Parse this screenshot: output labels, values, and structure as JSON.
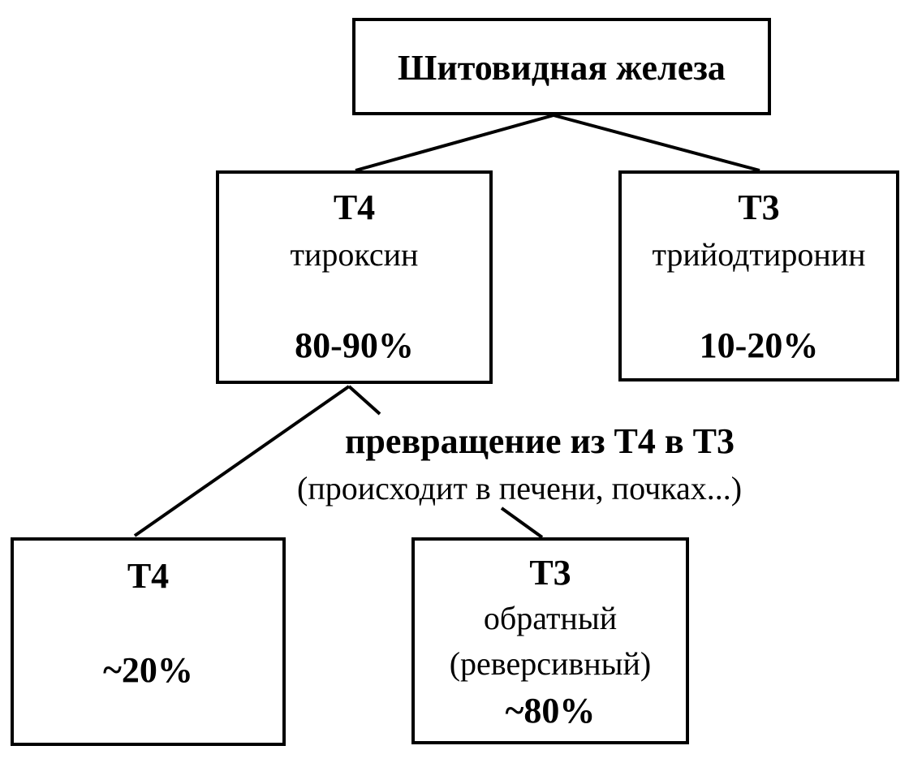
{
  "thyroid": {
    "title": "Шитовидная железа"
  },
  "t4": {
    "code": "T4",
    "name": "тироксин",
    "percent": "80-90%"
  },
  "t3": {
    "code": "T3",
    "name": "трийодтиронин",
    "percent": "10-20%"
  },
  "conversion": {
    "title": "превращение из T4 в T3",
    "note": "(происходит в  печени, почках...)"
  },
  "t4_result": {
    "code": "T4",
    "percent": "~20%"
  },
  "rt3_result": {
    "code": "T3",
    "line1": "обратный",
    "line2": "(реверсивный)",
    "percent": "~80%"
  }
}
